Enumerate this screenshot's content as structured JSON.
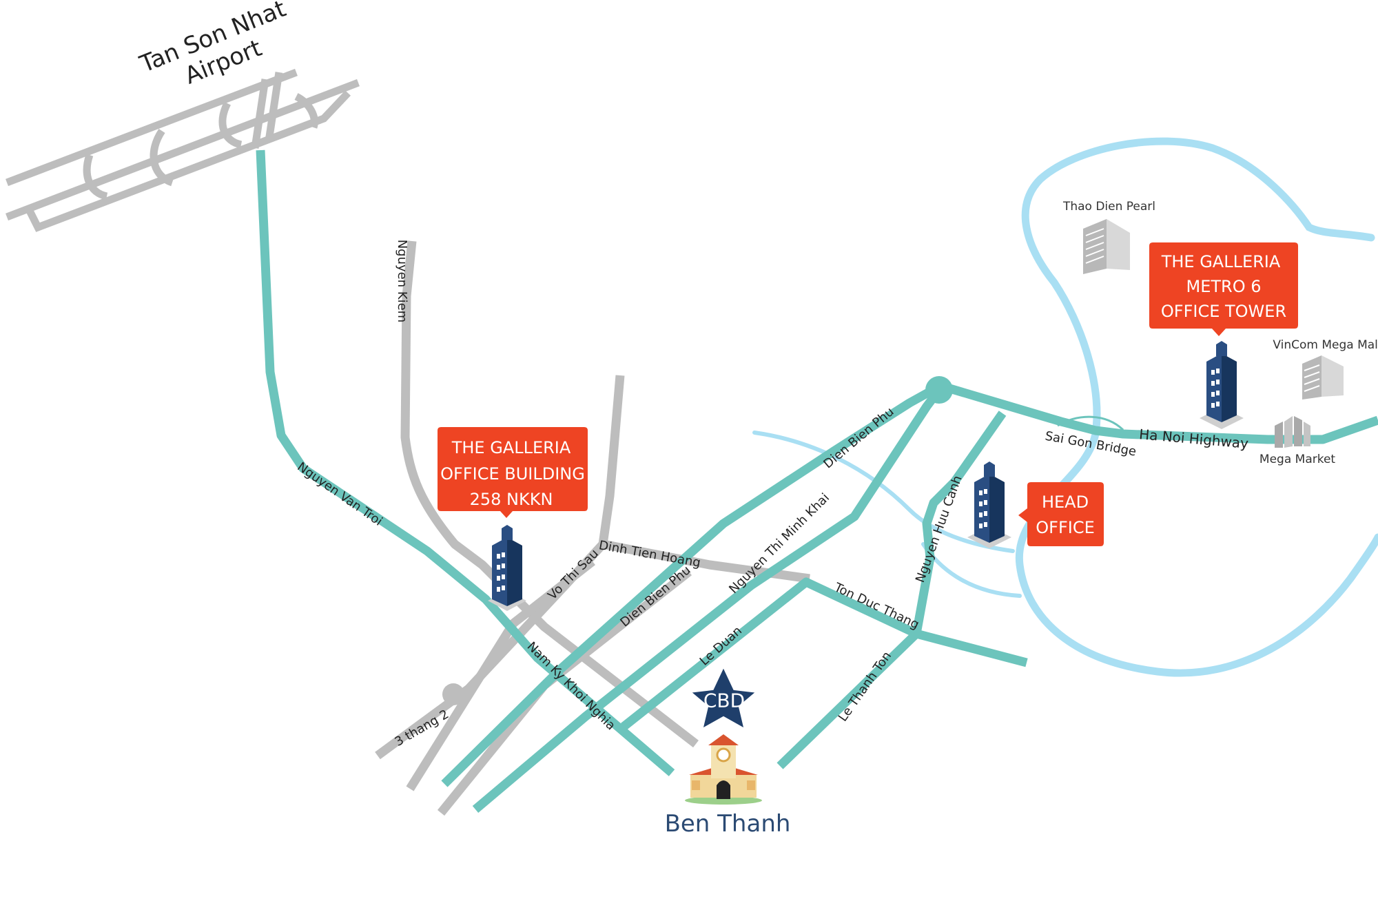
{
  "labels": {
    "airport": [
      "Tan Son Nhat",
      "Airport"
    ],
    "nguyen_kiem": "Nguyen Kiem",
    "nguyen_van_troi": "Nguyen Van Troi",
    "nam_ky_khoi_nghia": "Nam Ky Khoi Nghia",
    "vo_thi_sau": "Vo Thi Sau",
    "dinh_tien_hoang": "Dinh Tien Hoang",
    "dien_bien_phu_lower": "Dien Bien Phu",
    "dien_bien_phu_upper": "Dien Bien Phu",
    "nguyen_thi_minh_khai": "Nguyen Thi Minh Khai",
    "le_duan": "Le Duan",
    "ton_duc_thang": "Ton Duc Thang",
    "le_thanh_ton": "Le Thanh Ton",
    "nguyen_huu_canh": "Nguyen Huu Canh",
    "ba_thang_hai": "3 thang 2",
    "sai_gon_bridge": "Sai Gon Bridge",
    "ha_noi_highway": "Ha Noi Highway",
    "thao_dien_pearl": "Thao Dien Pearl",
    "vincom_mega_mall": "VinCom Mega Mall",
    "mega_market": "Mega Market",
    "cbd": "CBD",
    "ben_thanh": "Ben Thanh"
  },
  "callouts": {
    "galleria_office": [
      "THE GALLERIA",
      "OFFICE BUILDING",
      "258 NKKN"
    ],
    "galleria_metro": [
      "THE GALLERIA",
      "METRO 6",
      "OFFICE TOWER"
    ],
    "head_office": [
      "HEAD",
      "OFFICE"
    ]
  },
  "colors": {
    "callout": "#ee4423",
    "road_teal": "#6cc4bc",
    "road_gray": "#bdbdbd",
    "river": "#a9dff3",
    "building_blue": "#1f3f6b",
    "ben_thanh_text": "#2b4a73"
  },
  "icons": [
    "office-tower-icon",
    "gray-building-icon",
    "star-icon",
    "market-building-icon"
  ]
}
